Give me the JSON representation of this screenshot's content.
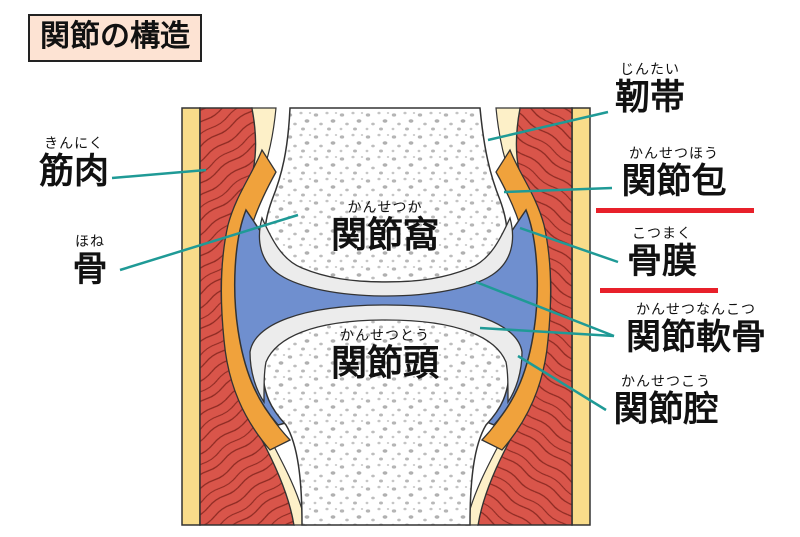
{
  "title": "関節の構造",
  "labels": {
    "kinniku": {
      "ruby": "きんにく",
      "text": "筋肉"
    },
    "hone": {
      "ruby": "ほね",
      "text": "骨"
    },
    "jintai": {
      "ruby": "じんたい",
      "text": "靭帯"
    },
    "kansetsuhou": {
      "ruby": "かんせつほう",
      "text": "関節包"
    },
    "kotsumaku": {
      "ruby": "こつまく",
      "text": "骨膜"
    },
    "nankotsu": {
      "ruby": "かんせつなんこつ",
      "text": "関節軟骨"
    },
    "koukou": {
      "ruby": "かんせつこう",
      "text": "関節腔"
    },
    "kansetsuka": {
      "ruby": "かんせつか",
      "text": "関節窩"
    },
    "kansetsutou": {
      "ruby": "かんせつとう",
      "text": "関節頭"
    }
  },
  "colors": {
    "muscle": "#d9554a",
    "muscle_fiber": "#8c2a22",
    "fat": "#f9dc8a",
    "capsule": "#f0a23c",
    "cartilage": "#6f8fcf",
    "bone": "#ffffff",
    "bone_dots": "#b9b9b9",
    "pointer": "#1f9a96",
    "emphasis": "#e8202a"
  }
}
